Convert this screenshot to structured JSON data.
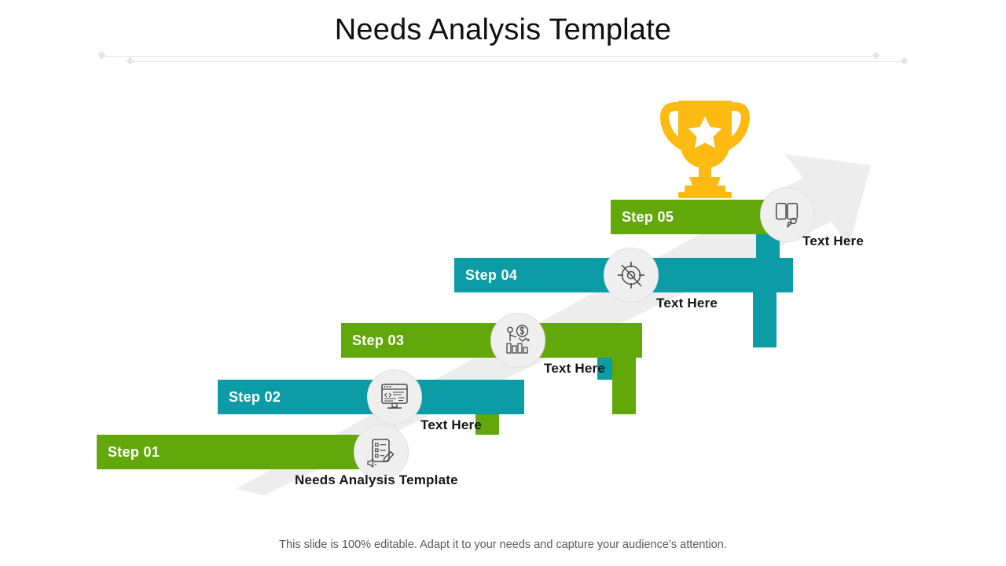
{
  "slide": {
    "title": "Needs Analysis Template",
    "footer_note": "This slide is 100% editable. Adapt it to your needs and capture your audience’s attention."
  },
  "colors": {
    "green": "#63A80B",
    "teal": "#0C9CA6",
    "gold": "#FCBA12",
    "circle_fill": "#EFEFEF",
    "circle_stroke": "#DFDFDF",
    "arrow_gray": "#EDEDEE",
    "divider_gray": "#E3E3E6",
    "title_text": "#0F0F0F",
    "caption_text": "#151515",
    "footer_text": "#59595B"
  },
  "steps": [
    {
      "label": "Step 01",
      "caption": "Needs Analysis  Template",
      "color": "green",
      "icon": "checklist-survey-icon"
    },
    {
      "label": "Step 02",
      "caption": "Text Here",
      "color": "teal",
      "icon": "monitor-code-icon"
    },
    {
      "label": "Step 03",
      "caption": "Text Here",
      "color": "green",
      "icon": "presenter-bar-chart-icon"
    },
    {
      "label": "Step 04",
      "caption": "Text Here",
      "color": "teal",
      "icon": "crosshair-target-icon"
    },
    {
      "label": "Step 05",
      "caption": "Text Here",
      "color": "green",
      "icon": "open-book-pen-icon"
    }
  ],
  "decor": {
    "trophy_icon": "trophy-award-icon",
    "background_arrow_icon": "rising-arrow-icon"
  }
}
